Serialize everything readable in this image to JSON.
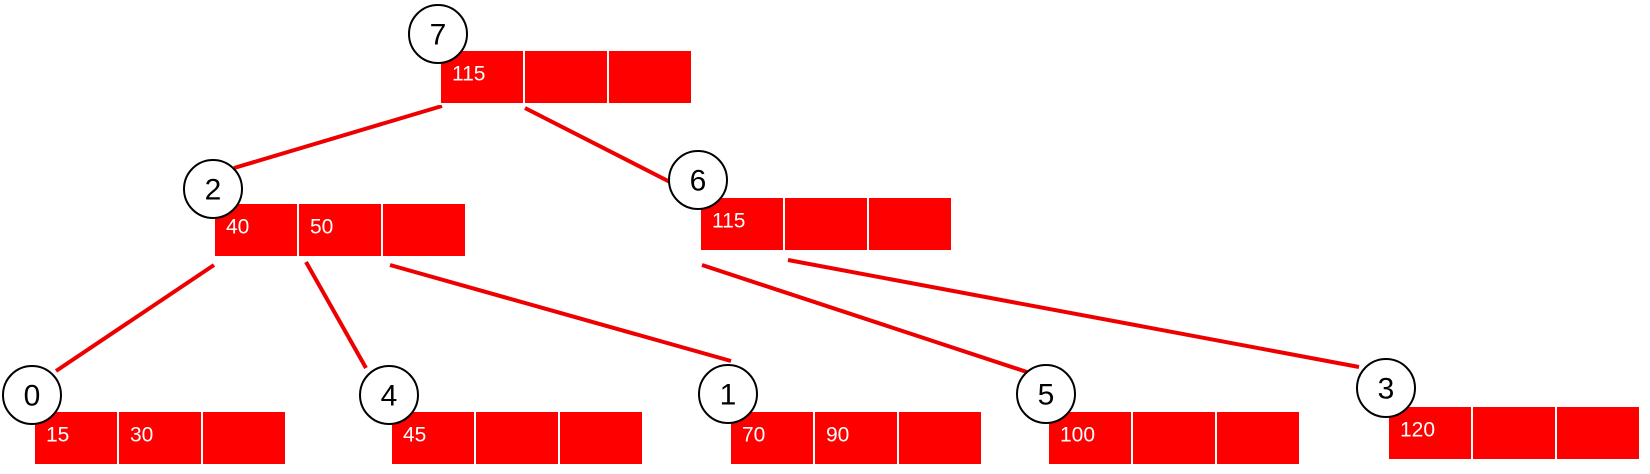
{
  "colors": {
    "node_fill": "#ff0000",
    "edge": "#ee0000",
    "key_text": "#ffffff",
    "circle_stroke": "#000000"
  },
  "nodes": [
    {
      "id": "7",
      "keys": [
        "115",
        "",
        ""
      ]
    },
    {
      "id": "2",
      "keys": [
        "40",
        "50",
        ""
      ]
    },
    {
      "id": "6",
      "keys": [
        "115",
        "",
        ""
      ]
    },
    {
      "id": "0",
      "keys": [
        "15",
        "30",
        ""
      ]
    },
    {
      "id": "4",
      "keys": [
        "45",
        "",
        ""
      ]
    },
    {
      "id": "1",
      "keys": [
        "70",
        "90",
        ""
      ]
    },
    {
      "id": "5",
      "keys": [
        "100",
        "",
        ""
      ]
    },
    {
      "id": "3",
      "keys": [
        "120",
        "",
        ""
      ]
    }
  ],
  "edges": [
    {
      "from": "7",
      "to": "2"
    },
    {
      "from": "7",
      "to": "6"
    },
    {
      "from": "2",
      "to": "0"
    },
    {
      "from": "2",
      "to": "4"
    },
    {
      "from": "2",
      "to": "1"
    },
    {
      "from": "6",
      "to": "5"
    },
    {
      "from": "6",
      "to": "3"
    }
  ]
}
